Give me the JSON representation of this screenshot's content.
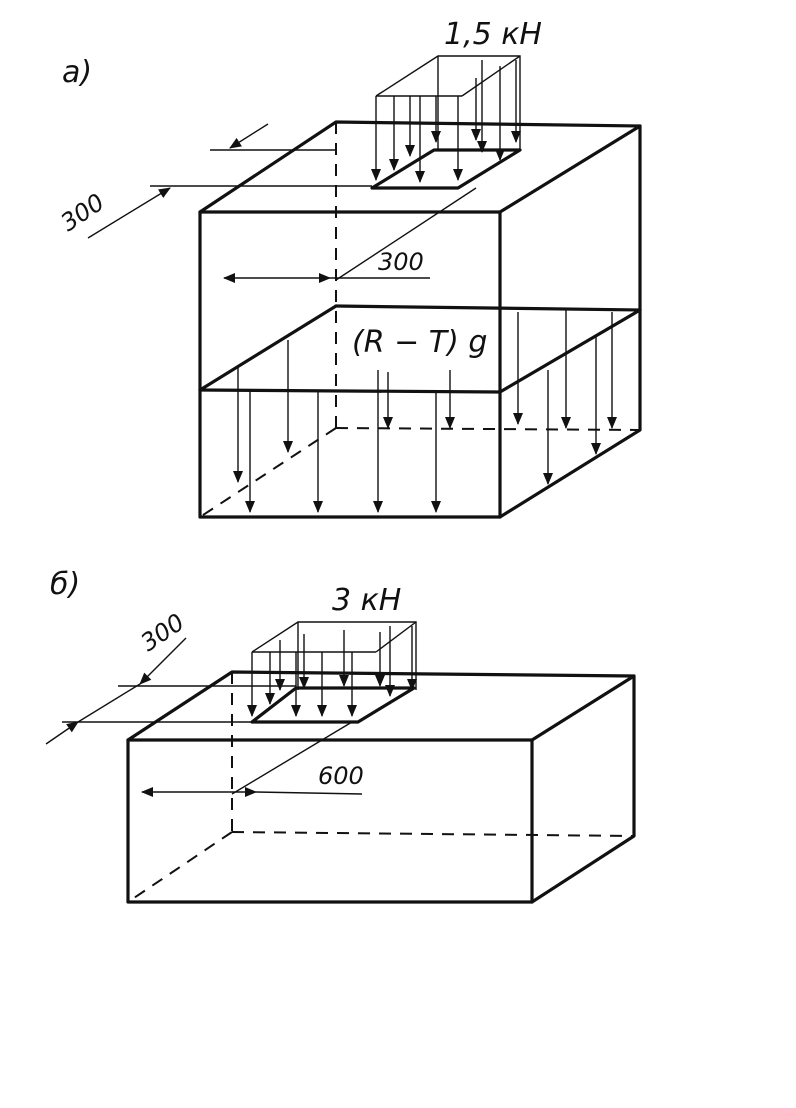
{
  "figures": [
    {
      "id": "a",
      "label": "а)",
      "load_label": "1,5 кН",
      "dim_depth": "300",
      "dim_width": "300",
      "layer_label": "(R − T) g"
    },
    {
      "id": "b",
      "label": "б)",
      "load_label": "3 кН",
      "dim_depth": "300",
      "dim_width": "600"
    }
  ],
  "colors": {
    "ink": "#111111",
    "paper": "#ffffff"
  }
}
